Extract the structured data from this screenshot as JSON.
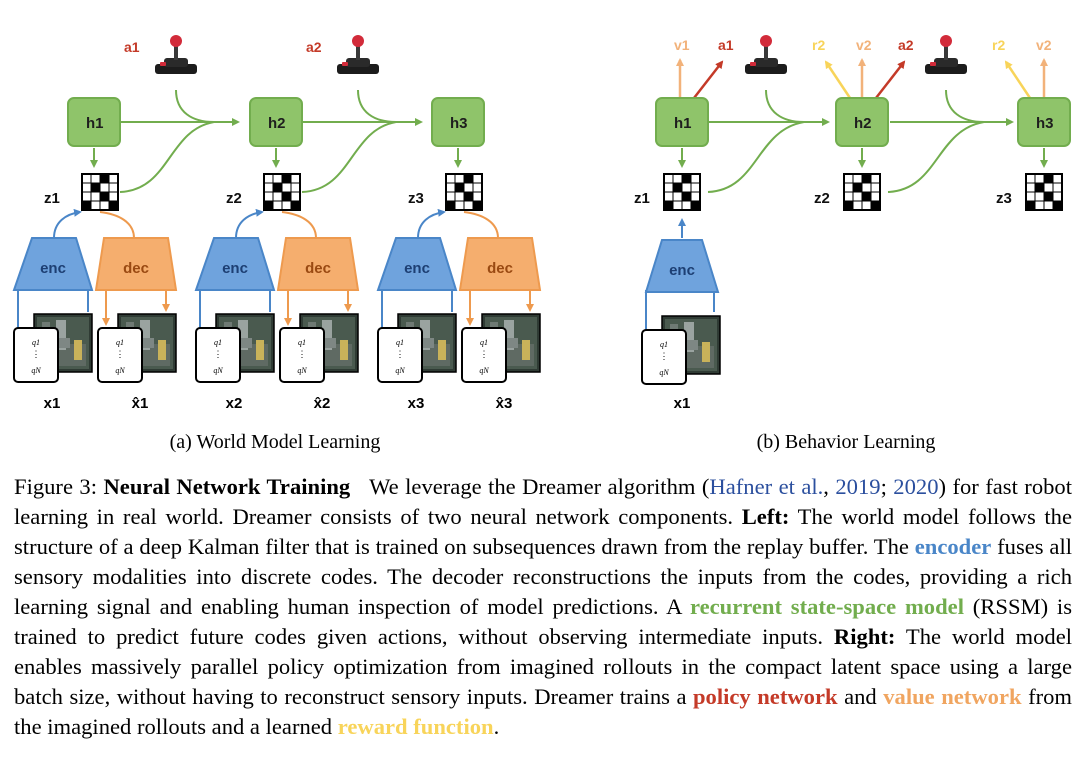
{
  "left_panel": {
    "states": [
      "h1",
      "h2",
      "h3"
    ],
    "codes": [
      "z1",
      "z2",
      "z3"
    ],
    "actions": [
      "a1",
      "a2"
    ],
    "encoder_label": "enc",
    "decoder_label": "dec",
    "inputs": [
      "x1",
      "x2",
      "x3"
    ],
    "reconstructions": [
      "x̂1",
      "x̂2",
      "x̂3"
    ],
    "caption": "(a) World Model Learning"
  },
  "right_panel": {
    "states": [
      "h1",
      "h2",
      "h3"
    ],
    "codes": [
      "z1",
      "z2",
      "z3"
    ],
    "actions": [
      "a1",
      "a2"
    ],
    "values": [
      "v1",
      "v2",
      "v2"
    ],
    "rewards": [
      "r2",
      "r2"
    ],
    "encoder_label": "enc",
    "inputs": [
      "x1"
    ],
    "caption": "(b) Behavior Learning"
  },
  "vector_text": {
    "top": "q1",
    "dots": "⋮",
    "bottom": "qN"
  },
  "colors": {
    "green": "#72ad4e",
    "green_fill": "#8fc46a",
    "blue": "#4a86c8",
    "blue_fill": "#6fa3dd",
    "orange": "#ee9a4e",
    "orange_fill": "#f5ae6e",
    "red": "#c43a28",
    "value": "#f2b27a",
    "reward": "#f8d45a"
  },
  "caption": {
    "fig_label": "Figure 3:",
    "title": "Neural Network Training",
    "s1": "We leverage the Dreamer algorithm (",
    "cite_author": "Hafner et al.",
    "s1b": ", ",
    "cite_year1": "2019",
    "s1c": ";",
    "cite_year2": "2020",
    "s2": ") for fast robot learning in real world. Dreamer consists of two neural network components.",
    "left_label": "Left:",
    "s3": "The world model follows the structure of a deep Kalman filter that is trained on subsequences drawn from the replay buffer. The",
    "encoder": "encoder",
    "s4": "fuses all sensory modalities into discrete codes. The decoder reconstructions the inputs from the codes, providing a rich learning signal and enabling human inspection of model predictions. A",
    "rssm": "recurrent state-space model",
    "s5": "(RSSM) is trained to predict future codes given actions, without observing intermediate inputs.",
    "right_label": "Right:",
    "s6": "The world model enables massively parallel policy optimization from imagined rollouts in the compact latent space using a large batch size, without having to reconstruct sensory inputs. Dreamer trains a",
    "policy": "policy network",
    "s7": "and",
    "value": "value network",
    "s8": "from the imagined rollouts and a learned",
    "reward": "reward function",
    "s9": "."
  }
}
